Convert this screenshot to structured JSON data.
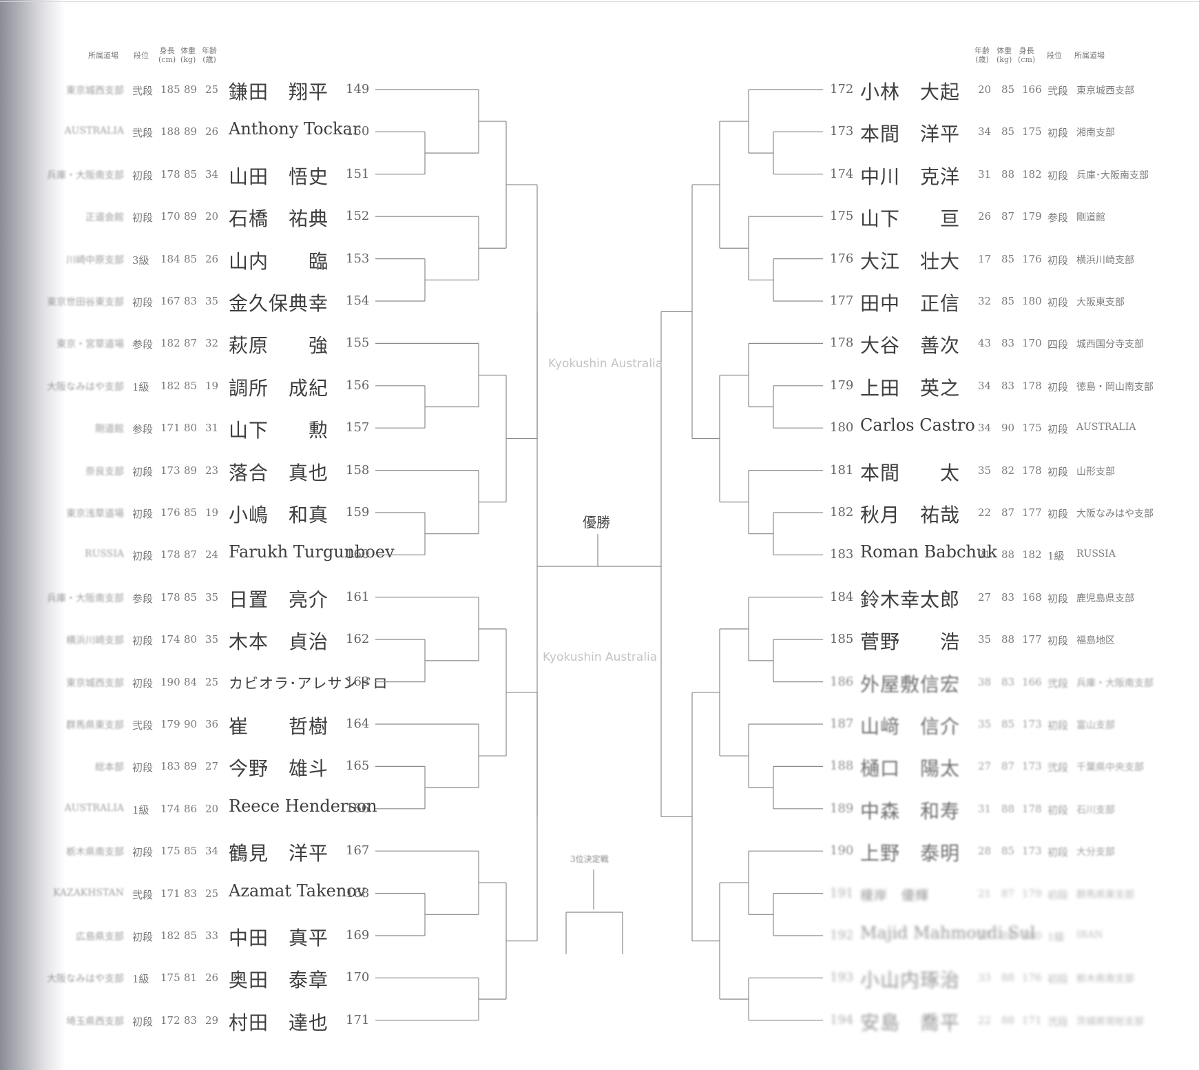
{
  "header_left": {
    "dojo": "所属道場",
    "rank": "段位",
    "height": "身長",
    "height_unit": "(cm)",
    "weight": "体重",
    "weight_unit": "(kg)",
    "age": "年齢",
    "age_unit": "(歳)"
  },
  "header_right": {
    "age": "年齢",
    "age_unit": "(歳)",
    "weight": "体重",
    "weight_unit": "(kg)",
    "height": "身長",
    "height_unit": "(cm)",
    "rank": "段位",
    "dojo": "所属道場"
  },
  "champion_label": "優勝",
  "third_place_label": "3位決定戦",
  "watermark": "Kyokushin Australia",
  "left_fighters": [
    {
      "no": "149",
      "name": "鎌田　翔平",
      "dojo": "東京城西支部",
      "rank": "弐段",
      "height": "185",
      "weight": "89",
      "age": "25"
    },
    {
      "no": "150",
      "name": "Anthony Tockar",
      "dojo": "AUSTRALIA",
      "rank": "弐段",
      "height": "188",
      "weight": "89",
      "age": "26"
    },
    {
      "no": "151",
      "name": "山田　悟史",
      "dojo": "兵庫・大阪南支部",
      "rank": "初段",
      "height": "178",
      "weight": "85",
      "age": "34"
    },
    {
      "no": "152",
      "name": "石橋　祐典",
      "dojo": "正道会館",
      "rank": "初段",
      "height": "170",
      "weight": "89",
      "age": "20"
    },
    {
      "no": "153",
      "name": "山内　　臨",
      "dojo": "川崎中原支部",
      "rank": "3級",
      "height": "184",
      "weight": "85",
      "age": "26"
    },
    {
      "no": "154",
      "name": "金久保典幸",
      "dojo": "東京世田谷東支部",
      "rank": "初段",
      "height": "167",
      "weight": "83",
      "age": "35"
    },
    {
      "no": "155",
      "name": "萩原　　強",
      "dojo": "東京・宮草道場",
      "rank": "参段",
      "height": "182",
      "weight": "87",
      "age": "32"
    },
    {
      "no": "156",
      "name": "調所　成紀",
      "dojo": "大阪なみはや支部",
      "rank": "1級",
      "height": "182",
      "weight": "85",
      "age": "19"
    },
    {
      "no": "157",
      "name": "山下　　勲",
      "dojo": "剛道館",
      "rank": "参段",
      "height": "171",
      "weight": "80",
      "age": "31"
    },
    {
      "no": "158",
      "name": "落合　真也",
      "dojo": "奈良支部",
      "rank": "初段",
      "height": "173",
      "weight": "89",
      "age": "23"
    },
    {
      "no": "159",
      "name": "小嶋　和真",
      "dojo": "東京浅草道場",
      "rank": "初段",
      "height": "176",
      "weight": "85",
      "age": "19"
    },
    {
      "no": "160",
      "name": "Farukh Turgunboev",
      "dojo": "RUSSIA",
      "rank": "初段",
      "height": "178",
      "weight": "87",
      "age": "24"
    },
    {
      "no": "161",
      "name": "日置　亮介",
      "dojo": "兵庫・大阪南支部",
      "rank": "参段",
      "height": "178",
      "weight": "85",
      "age": "35"
    },
    {
      "no": "162",
      "name": "木本　貞治",
      "dojo": "横浜川崎支部",
      "rank": "初段",
      "height": "174",
      "weight": "80",
      "age": "35"
    },
    {
      "no": "163",
      "name": "カビオラ･アレサンドロ",
      "dojo": "東京城西支部",
      "rank": "初段",
      "height": "190",
      "weight": "84",
      "age": "25"
    },
    {
      "no": "164",
      "name": "崔　　哲樹",
      "dojo": "群馬県東支部",
      "rank": "弐段",
      "height": "179",
      "weight": "90",
      "age": "36"
    },
    {
      "no": "165",
      "name": "今野　雄斗",
      "dojo": "総本部",
      "rank": "初段",
      "height": "183",
      "weight": "89",
      "age": "27"
    },
    {
      "no": "166",
      "name": "Reece Henderson",
      "dojo": "AUSTRALIA",
      "rank": "1級",
      "height": "174",
      "weight": "86",
      "age": "20"
    },
    {
      "no": "167",
      "name": "鶴見　洋平",
      "dojo": "栃木県南支部",
      "rank": "初段",
      "height": "175",
      "weight": "85",
      "age": "34"
    },
    {
      "no": "168",
      "name": "Azamat Takenov",
      "dojo": "KAZAKHSTAN",
      "rank": "弐段",
      "height": "171",
      "weight": "83",
      "age": "25"
    },
    {
      "no": "169",
      "name": "中田　真平",
      "dojo": "広島県支部",
      "rank": "初段",
      "height": "182",
      "weight": "85",
      "age": "33"
    },
    {
      "no": "170",
      "name": "奥田　泰章",
      "dojo": "大阪なみはや支部",
      "rank": "1級",
      "height": "175",
      "weight": "81",
      "age": "26"
    },
    {
      "no": "171",
      "name": "村田　達也",
      "dojo": "埼玉県西支部",
      "rank": "初段",
      "height": "172",
      "weight": "83",
      "age": "29"
    }
  ],
  "right_fighters": [
    {
      "no": "172",
      "name": "小林　大起",
      "age": "20",
      "weight": "85",
      "height": "166",
      "rank": "弐段",
      "dojo": "東京城西支部"
    },
    {
      "no": "173",
      "name": "本間　洋平",
      "age": "34",
      "weight": "85",
      "height": "175",
      "rank": "初段",
      "dojo": "湘南支部"
    },
    {
      "no": "174",
      "name": "中川　克洋",
      "age": "31",
      "weight": "88",
      "height": "182",
      "rank": "初段",
      "dojo": "兵庫･大阪南支部"
    },
    {
      "no": "175",
      "name": "山下　　亘",
      "age": "26",
      "weight": "87",
      "height": "179",
      "rank": "参段",
      "dojo": "剛道館"
    },
    {
      "no": "176",
      "name": "大江　壮大",
      "age": "17",
      "weight": "85",
      "height": "176",
      "rank": "初段",
      "dojo": "横浜川崎支部"
    },
    {
      "no": "177",
      "name": "田中　正信",
      "age": "32",
      "weight": "85",
      "height": "180",
      "rank": "初段",
      "dojo": "大阪東支部"
    },
    {
      "no": "178",
      "name": "大谷　善次",
      "age": "43",
      "weight": "83",
      "height": "170",
      "rank": "四段",
      "dojo": "城西国分寺支部"
    },
    {
      "no": "179",
      "name": "上田　英之",
      "age": "34",
      "weight": "83",
      "height": "178",
      "rank": "初段",
      "dojo": "徳島・岡山南支部"
    },
    {
      "no": "180",
      "name": "Carlos Castro",
      "age": "34",
      "weight": "90",
      "height": "175",
      "rank": "初段",
      "dojo": "AUSTRALIA"
    },
    {
      "no": "181",
      "name": "本間　　太",
      "age": "35",
      "weight": "82",
      "height": "178",
      "rank": "初段",
      "dojo": "山形支部"
    },
    {
      "no": "182",
      "name": "秋月　祐哉",
      "age": "22",
      "weight": "87",
      "height": "177",
      "rank": "初段",
      "dojo": "大阪なみはや支部"
    },
    {
      "no": "183",
      "name": "Roman Babchuk",
      "age": "21",
      "weight": "88",
      "height": "182",
      "rank": "1級",
      "dojo": "RUSSIA"
    },
    {
      "no": "184",
      "name": "鈴木幸太郎",
      "age": "27",
      "weight": "83",
      "height": "168",
      "rank": "初段",
      "dojo": "鹿児島県支部"
    },
    {
      "no": "185",
      "name": "菅野　　浩",
      "age": "35",
      "weight": "88",
      "height": "177",
      "rank": "初段",
      "dojo": "福島地区"
    },
    {
      "no": "186",
      "name": "外屋敷信宏",
      "age": "38",
      "weight": "83",
      "height": "166",
      "rank": "弐段",
      "dojo": "兵庫・大阪南支部"
    },
    {
      "no": "187",
      "name": "山﨑　信介",
      "age": "35",
      "weight": "85",
      "height": "173",
      "rank": "初段",
      "dojo": "富山支部"
    },
    {
      "no": "188",
      "name": "樋口　陽太",
      "age": "27",
      "weight": "87",
      "height": "173",
      "rank": "弐段",
      "dojo": "千葉県中央支部"
    },
    {
      "no": "189",
      "name": "中森　和寿",
      "age": "31",
      "weight": "88",
      "height": "178",
      "rank": "初段",
      "dojo": "石川支部"
    },
    {
      "no": "190",
      "name": "上野　泰明",
      "age": "28",
      "weight": "85",
      "height": "173",
      "rank": "初段",
      "dojo": "大分支部"
    },
    {
      "no": "191",
      "name": "榎岸　優輝",
      "age": "21",
      "weight": "87",
      "height": "179",
      "rank": "初段",
      "dojo": "群馬県東支部"
    },
    {
      "no": "192",
      "name": "Majid Mahmoudi Sul",
      "age": "27",
      "weight": "89",
      "height": "180",
      "rank": "1級",
      "dojo": "IRAN"
    },
    {
      "no": "193",
      "name": "小山内琢治",
      "age": "33",
      "weight": "88",
      "height": "176",
      "rank": "初段",
      "dojo": "栃木県南支部"
    },
    {
      "no": "194",
      "name": "安島　喬平",
      "age": "22",
      "weight": "88",
      "height": "171",
      "rank": "弐段",
      "dojo": "茨城県常総支部"
    }
  ]
}
